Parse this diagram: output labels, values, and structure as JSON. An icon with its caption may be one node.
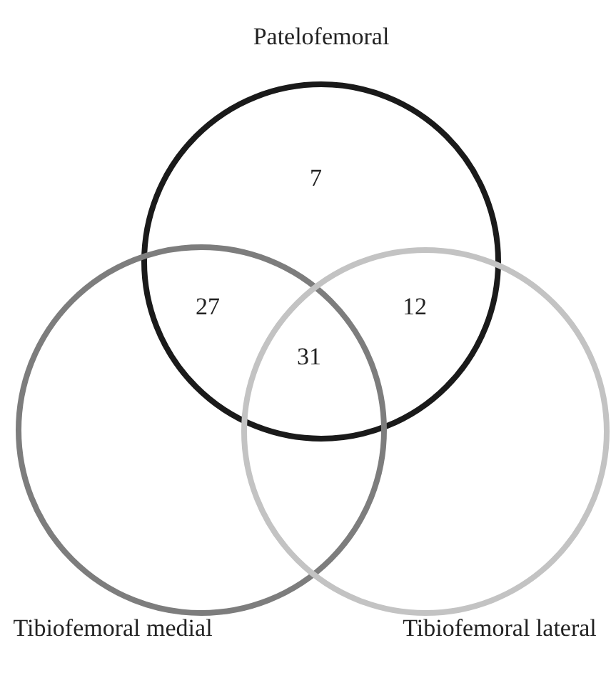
{
  "diagram": {
    "nodes": [
      {
        "text": [
          "Patelofemoral"
        ]
      },
      {
        "text": [
          "Tibiofemoral medial"
        ]
      },
      {
        "text": [
          "Tibiofemoral lateral"
        ]
      }
    ],
    "labels": [
      "7",
      "27",
      "12",
      "31"
    ]
  }
}
